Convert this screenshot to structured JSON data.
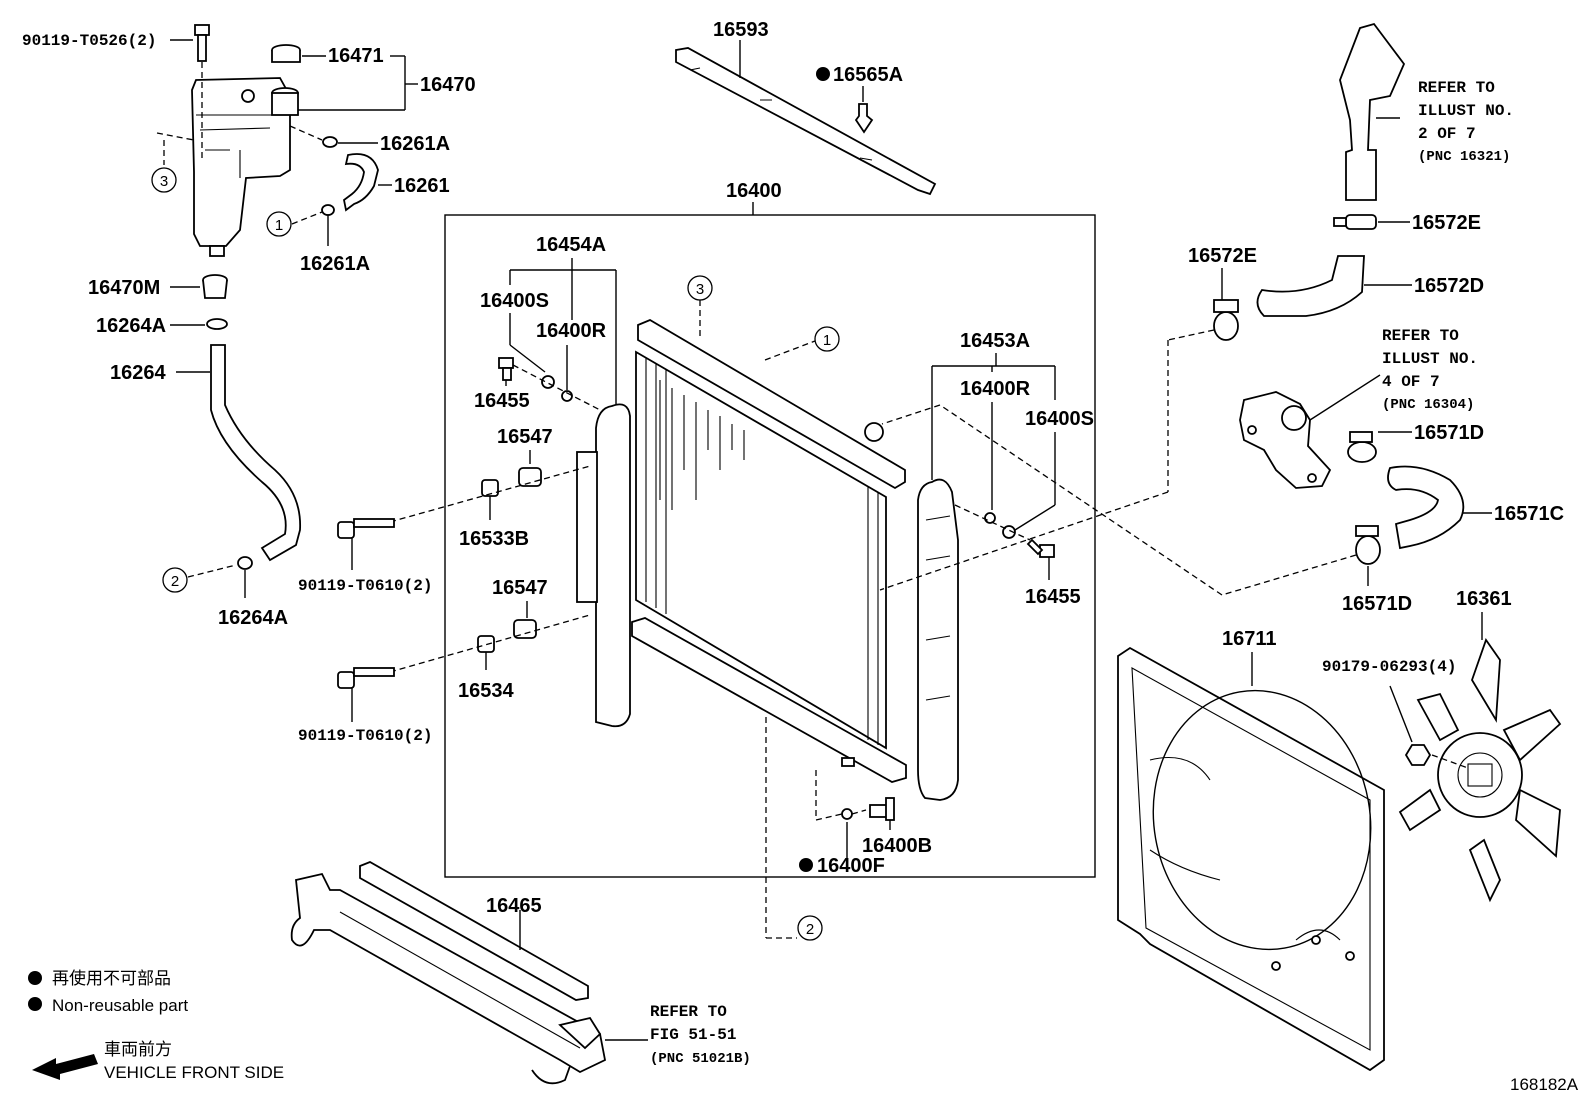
{
  "parts": {
    "p90119_T0526": "90119-T0526(2)",
    "p16471": "16471",
    "p16470": "16470",
    "p16261A_top": "16261A",
    "p16261": "16261",
    "p16261A_bot": "16261A",
    "p16470M": "16470M",
    "p16264A_top": "16264A",
    "p16264": "16264",
    "p16264A_bot": "16264A",
    "p16593": "16593",
    "p16565A": "16565A",
    "p16400": "16400",
    "p16454A": "16454A",
    "p16400S_left": "16400S",
    "p16400R_left": "16400R",
    "p16455_left": "16455",
    "p16547_top": "16547",
    "p16533B": "16533B",
    "p90119_T0610_top": "90119-T0610(2)",
    "p16547_bot": "16547",
    "p16534": "16534",
    "p90119_T0610_bot": "90119-T0610(2)",
    "p16453A": "16453A",
    "p16400R_right": "16400R",
    "p16400S_right": "16400S",
    "p16455_right": "16455",
    "p16400B": "16400B",
    "p16400F": "16400F",
    "p16465": "16465",
    "p16572E_top": "16572E",
    "p16572E_left": "16572E",
    "p16572D": "16572D",
    "p16571D_top": "16571D",
    "p16571C": "16571C",
    "p16571D_bot": "16571D",
    "p16711": "16711",
    "p16361": "16361",
    "p90179_06293": "90179-06293(4)"
  },
  "refs": {
    "ref1": {
      "l1": "REFER TO",
      "l2": "ILLUST NO.",
      "l3": "2 OF 7",
      "l4": "(PNC 16321)"
    },
    "ref2": {
      "l1": "REFER TO",
      "l2": "ILLUST NO.",
      "l3": "4 OF 7",
      "l4": "(PNC 16304)"
    },
    "ref3": {
      "l1": "REFER TO",
      "l2": "FIG 51-51",
      "l3": "(PNC 51021B)"
    }
  },
  "callouts": {
    "c1": "1",
    "c2": "2",
    "c3": "3"
  },
  "legend": {
    "jp": "再使用不可部品",
    "en": "Non-reusable part",
    "front_jp": "車両前方",
    "front_en": "VEHICLE FRONT SIDE"
  },
  "diagram_id": "168182A"
}
